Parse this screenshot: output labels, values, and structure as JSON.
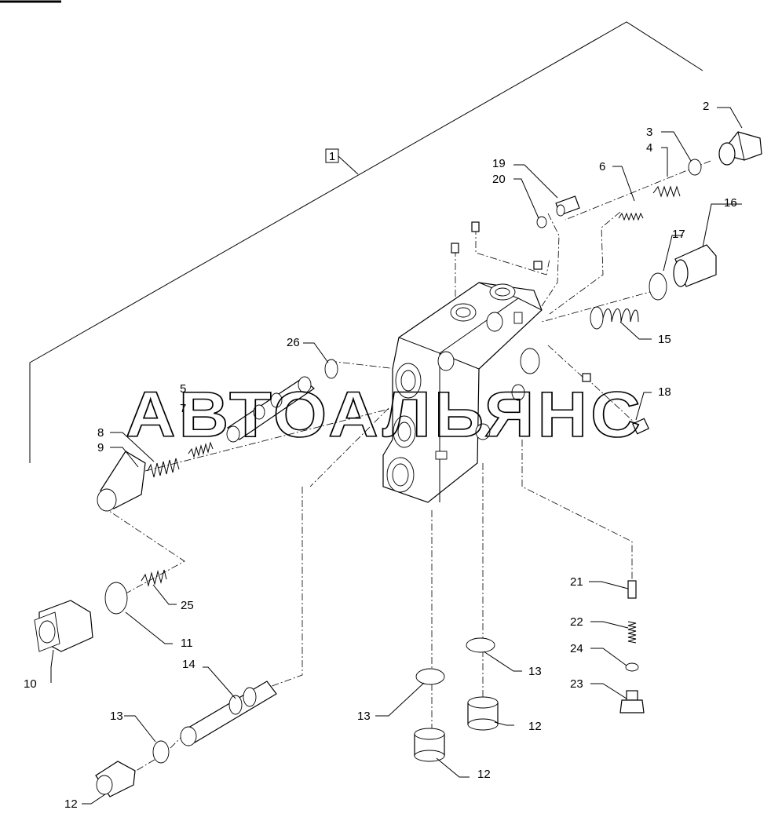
{
  "watermark": "АВТОАЛЬЯНС",
  "assembly_label": "1",
  "callouts": [
    {
      "id": "2",
      "text": "2"
    },
    {
      "id": "3",
      "text": "3"
    },
    {
      "id": "4",
      "text": "4"
    },
    {
      "id": "5",
      "text": "5"
    },
    {
      "id": "6",
      "text": "6"
    },
    {
      "id": "7",
      "text": "7"
    },
    {
      "id": "8",
      "text": "8"
    },
    {
      "id": "9",
      "text": "9"
    },
    {
      "id": "10",
      "text": "10"
    },
    {
      "id": "11",
      "text": "11"
    },
    {
      "id": "12a",
      "text": "12"
    },
    {
      "id": "12b",
      "text": "12"
    },
    {
      "id": "12c",
      "text": "12"
    },
    {
      "id": "13a",
      "text": "13"
    },
    {
      "id": "13b",
      "text": "13"
    },
    {
      "id": "13c",
      "text": "13"
    },
    {
      "id": "14",
      "text": "14"
    },
    {
      "id": "15",
      "text": "15"
    },
    {
      "id": "16",
      "text": "16"
    },
    {
      "id": "17",
      "text": "17"
    },
    {
      "id": "18",
      "text": "18"
    },
    {
      "id": "19",
      "text": "19"
    },
    {
      "id": "20",
      "text": "20"
    },
    {
      "id": "21",
      "text": "21"
    },
    {
      "id": "22",
      "text": "22"
    },
    {
      "id": "23",
      "text": "23"
    },
    {
      "id": "24",
      "text": "24"
    },
    {
      "id": "25",
      "text": "25"
    },
    {
      "id": "26",
      "text": "26"
    }
  ]
}
